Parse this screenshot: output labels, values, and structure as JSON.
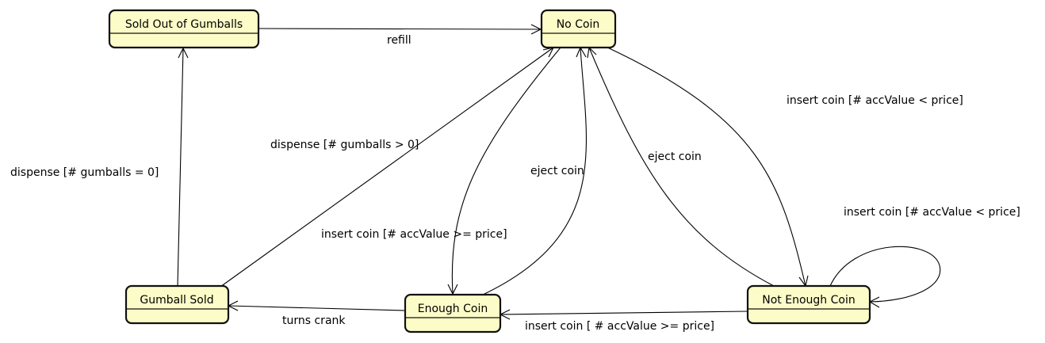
{
  "states": {
    "sold_out": "Sold Out of Gumballs",
    "no_coin": "No Coin",
    "gumball_sold": "Gumball Sold",
    "enough_coin": "Enough Coin",
    "not_enough_coin": "Not Enough Coin"
  },
  "transitions": {
    "refill": "refill",
    "dispense_empty": "dispense [# gumballs = 0]",
    "dispense_more": "dispense [# gumballs > 0]",
    "eject_from_enough": "eject coin",
    "eject_from_not_enough": "eject coin",
    "insert_low_from_no_coin": "insert coin [# accValue  < price]",
    "insert_low_self": "insert coin [# accValue  < price]",
    "insert_enough_from_no_coin": "insert coin [# accValue >= price]",
    "insert_enough_from_not_enough": "insert coin [ # accValue >= price]",
    "turns_crank": "turns crank"
  },
  "colors": {
    "state_fill": "#fcfcc8",
    "stroke": "#111111"
  }
}
